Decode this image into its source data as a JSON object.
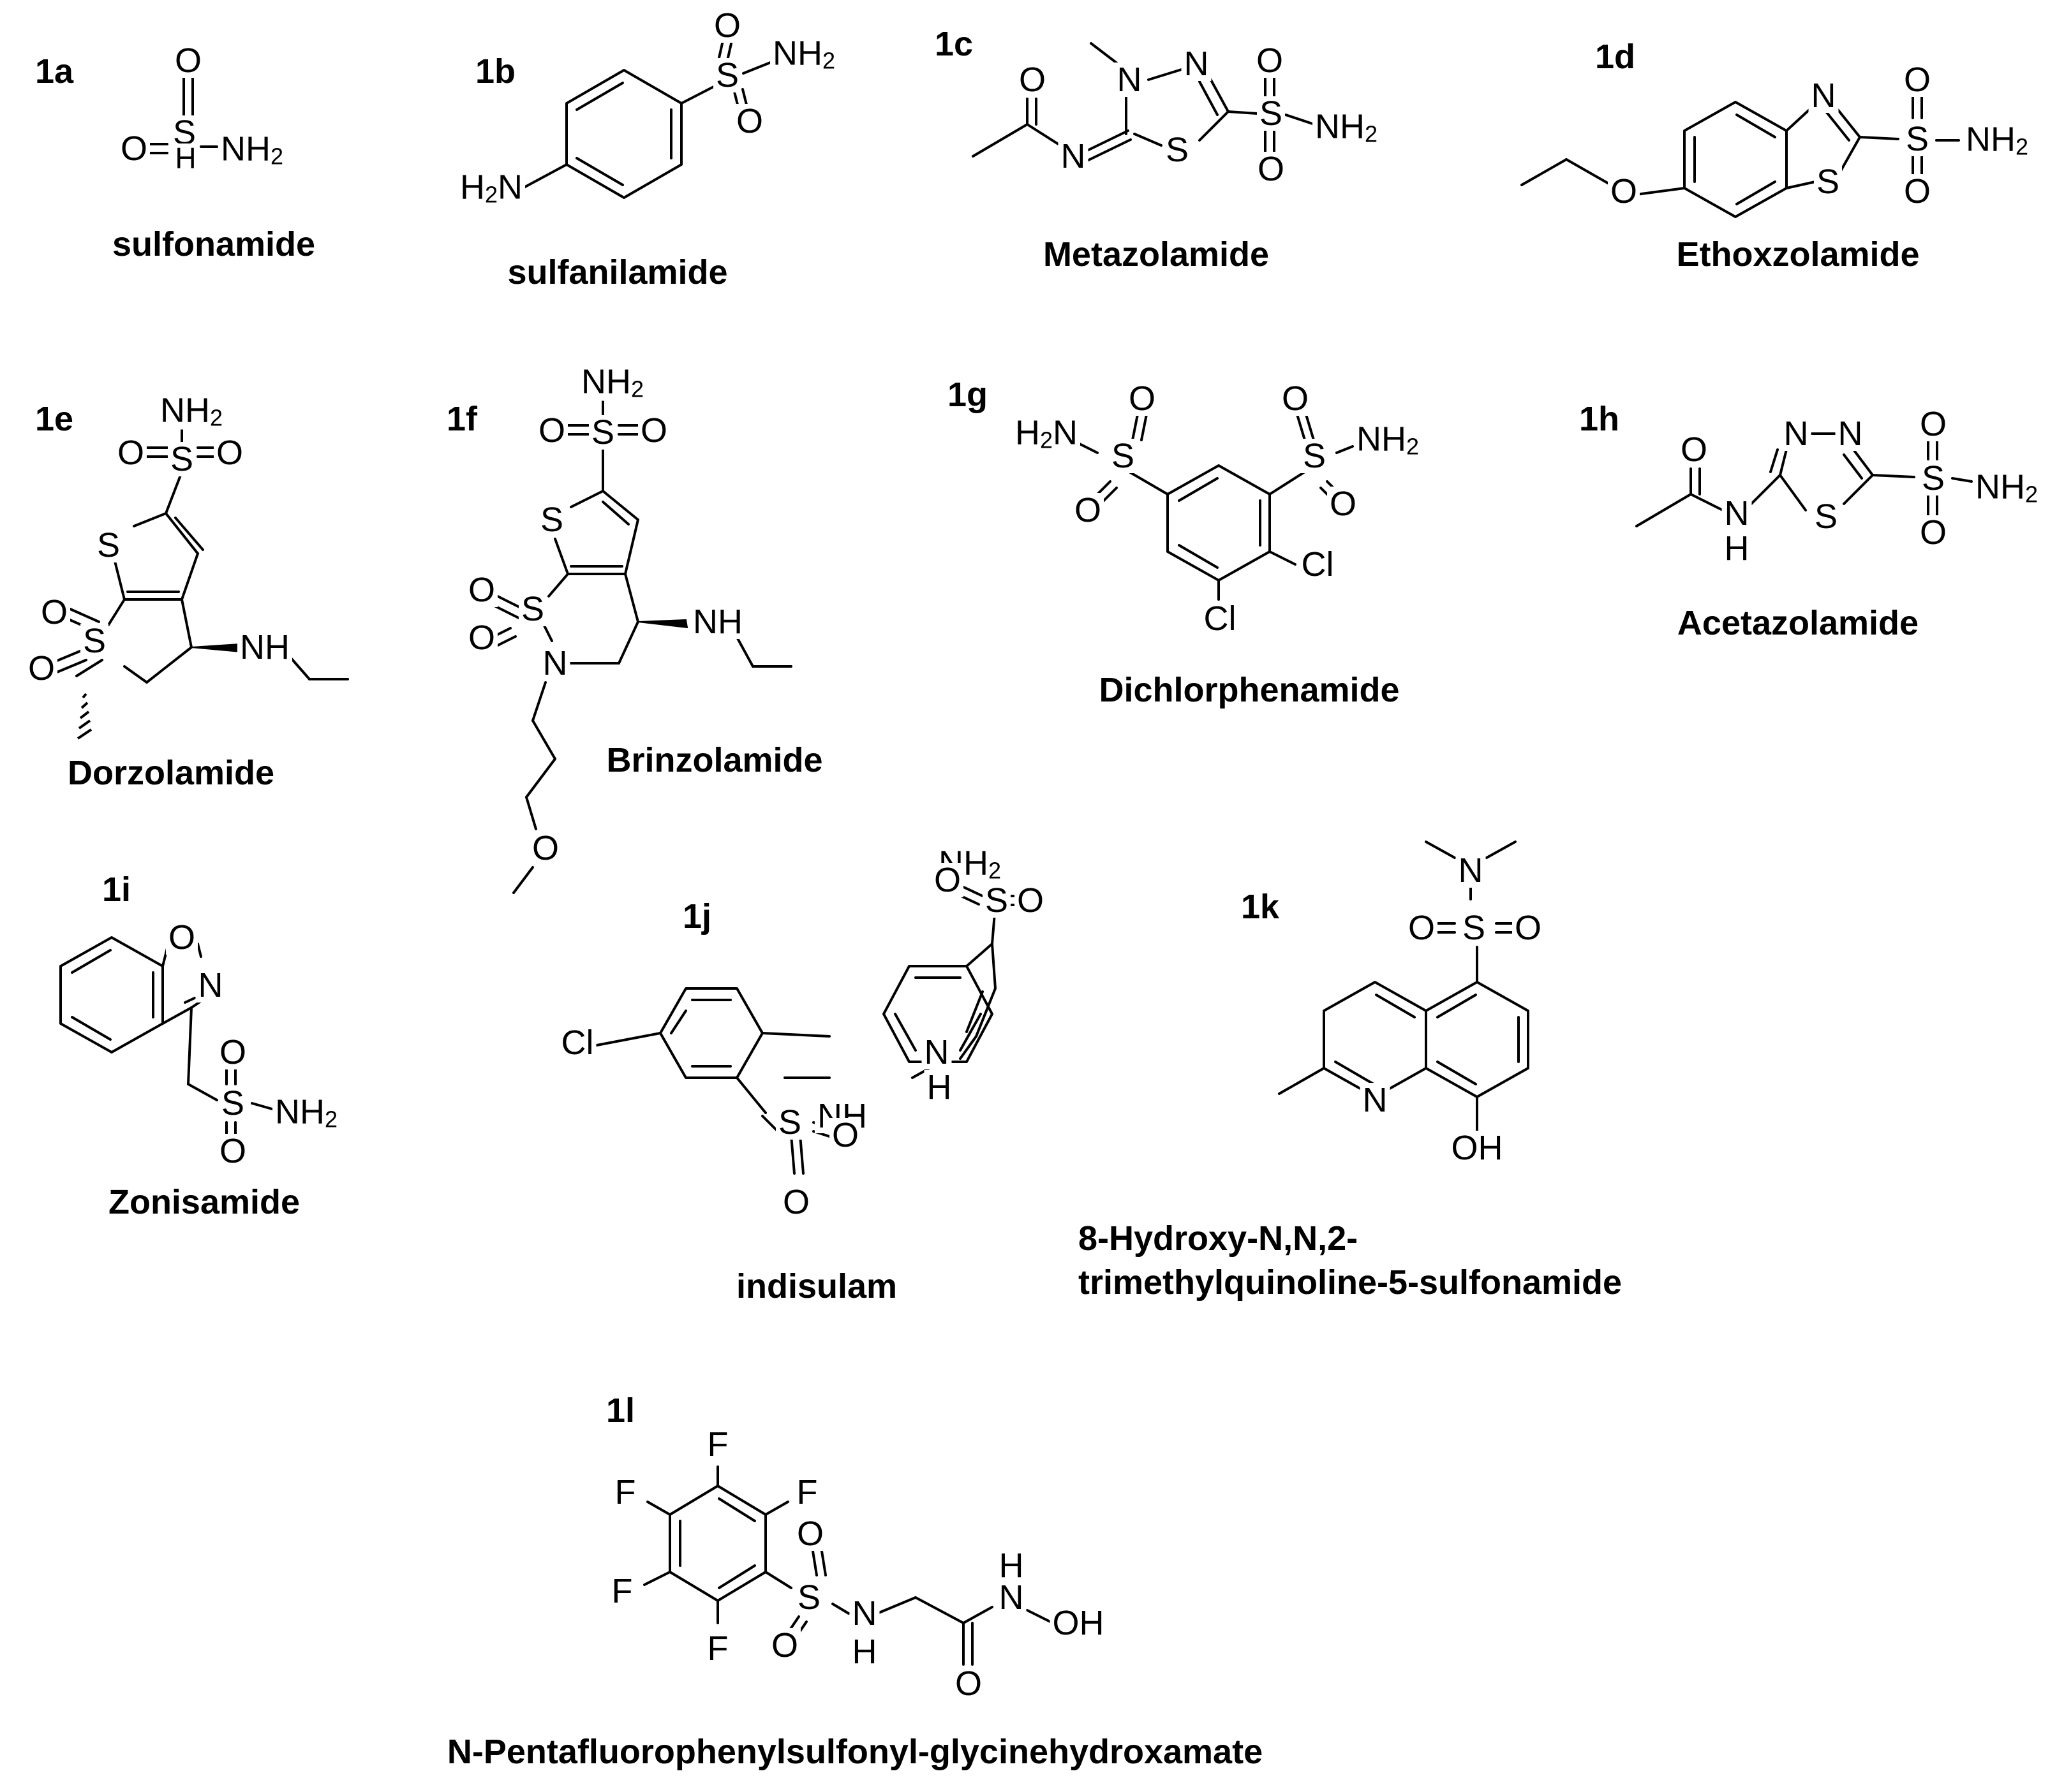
{
  "compounds": [
    {
      "id": "1a",
      "name": "sulfonamide"
    },
    {
      "id": "1b",
      "name": "sulfanilamide"
    },
    {
      "id": "1c",
      "name": "Metazolamide"
    },
    {
      "id": "1d",
      "name": "Ethoxzolamide"
    },
    {
      "id": "1e",
      "name": "Dorzolamide"
    },
    {
      "id": "1f",
      "name": "Brinzolamide"
    },
    {
      "id": "1g",
      "name": "Dichlorphenamide"
    },
    {
      "id": "1h",
      "name": "Acetazolamide"
    },
    {
      "id": "1i",
      "name": "Zonisamide"
    },
    {
      "id": "1j",
      "name": "indisulam"
    },
    {
      "id": "1k",
      "name_line1": "8-Hydroxy-N,N,2-",
      "name_line2": "trimethylquinoline-5-sulfonamide"
    },
    {
      "id": "1l",
      "name": "N-Pentafluorophenylsulfonyl-glycinehydroxamate"
    }
  ],
  "atoms": {
    "O": "O",
    "S": "S",
    "N": "N",
    "H": "H",
    "F": "F",
    "Cl": "Cl",
    "OH": "OH",
    "NH": "NH",
    "NH2_base": "NH",
    "H2N_base": "H",
    "N_suffix": "N",
    "sub2": "2"
  }
}
